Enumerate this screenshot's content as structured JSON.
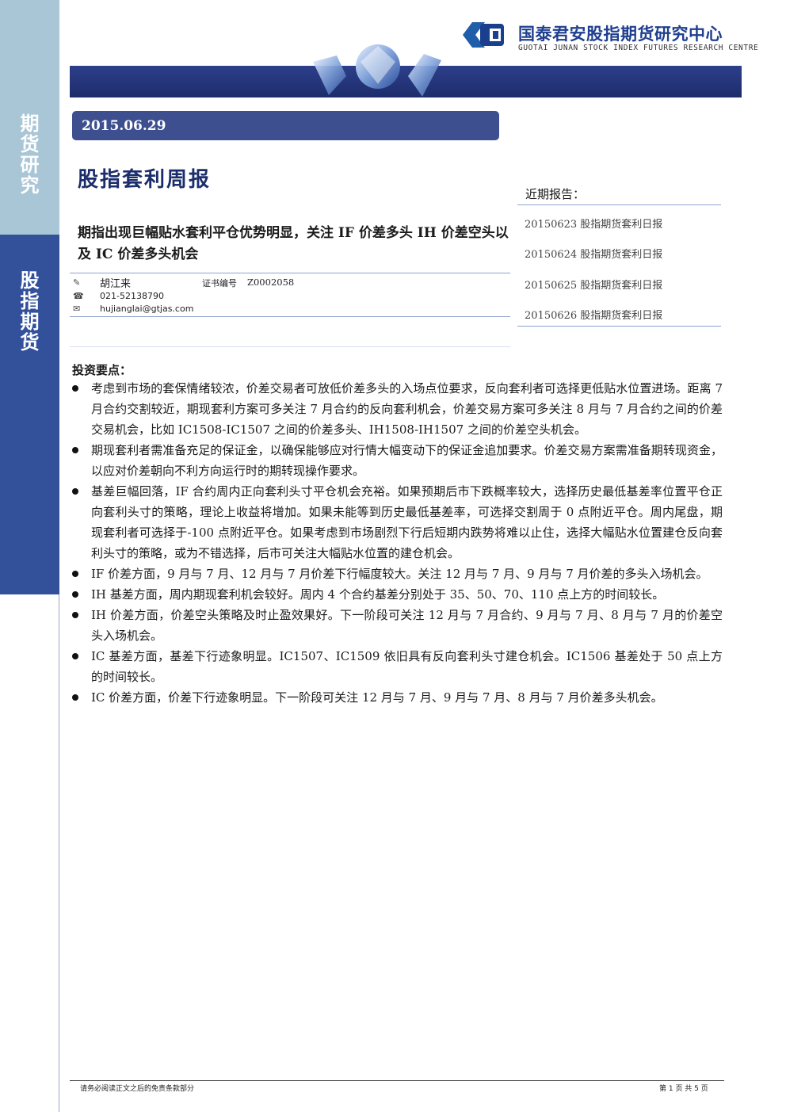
{
  "sidebar": {
    "top_label": [
      "期",
      "货",
      "研",
      "究"
    ],
    "bottom_label": [
      "股",
      "指",
      "期",
      "货"
    ]
  },
  "header": {
    "logo_cn": "国泰君安股指期货研究中心",
    "logo_en": "GUOTAI JUNAN STOCK INDEX FUTURES RESEARCH CENTRE"
  },
  "report": {
    "date": "2015.06.29",
    "title": "股指套利周报",
    "subtitle": "期指出现巨幅贴水套利平仓优势明显，关注 IF 价差多头 IH 价差空头以及 IC 价差多头机会"
  },
  "author": {
    "name": "胡江来",
    "cert_label": "证书编号",
    "cert_no": "Z0002058",
    "phone": "021-52138790",
    "email": "hujianglai@gtjas.com"
  },
  "recent": {
    "title": "近期报告：",
    "items": [
      "20150623 股指期货套利日报",
      "20150624 股指期货套利日报",
      "20150625 股指期货套利日报",
      "20150626 股指期货套利日报"
    ]
  },
  "points": {
    "heading": "投资要点：",
    "items": [
      "考虑到市场的套保情绪较浓，价差交易者可放低价差多头的入场点位要求，反向套利者可选择更低贴水位置进场。距离 7 月合约交割较近，期现套利方案可多关注 7 月合约的反向套利机会，价差交易方案可多关注 8 月与 7 月合约之间的价差交易机会，比如 IC1508-IC1507 之间的价差多头、IH1508-IH1507 之间的价差空头机会。",
      "期现套利者需准备充足的保证金，以确保能够应对行情大幅变动下的保证金追加要求。价差交易方案需准备期转现资金，以应对价差朝向不利方向运行时的期转现操作要求。",
      "基差巨幅回落，IF 合约周内正向套利头寸平仓机会充裕。如果预期后市下跌概率较大，选择历史最低基差率位置平仓正向套利头寸的策略，理论上收益将增加。如果未能等到历史最低基差率，可选择交割周于 0 点附近平仓。周内尾盘，期现套利者可选择于-100 点附近平仓。如果考虑到市场剧烈下行后短期内跌势将难以止住，选择大幅贴水位置建仓反向套利头寸的策略，或为不错选择，后市可关注大幅贴水位置的建仓机会。",
      "IF 价差方面，9 月与 7 月、12 月与 7 月价差下行幅度较大。关注 12 月与 7 月、9 月与 7 月价差的多头入场机会。",
      "IH 基差方面，周内期现套利机会较好。周内 4 个合约基差分别处于 35、50、70、110 点上方的时间较长。",
      "IH 价差方面，价差空头策略及时止盈效果好。下一阶段可关注 12 月与 7 月合约、9 月与 7 月、8 月与 7 月的价差空头入场机会。",
      "IC 基差方面，基差下行迹象明显。IC1507、IC1509 依旧具有反向套利头寸建仓机会。IC1506 基差处于 50 点上方的时间较长。",
      "IC 价差方面，价差下行迹象明显。下一阶段可关注 12 月与 7 月、9 月与 7 月、8 月与 7 月价差多头机会。"
    ]
  },
  "footer": {
    "disclaimer": "请务必阅读正文之后的免责条款部分",
    "page": "第 1 页 共 5 页"
  },
  "colors": {
    "brand_blue": "#33509b",
    "sidebar_light": "#a9c6d6",
    "banner_dark": "#1e2c6b"
  }
}
